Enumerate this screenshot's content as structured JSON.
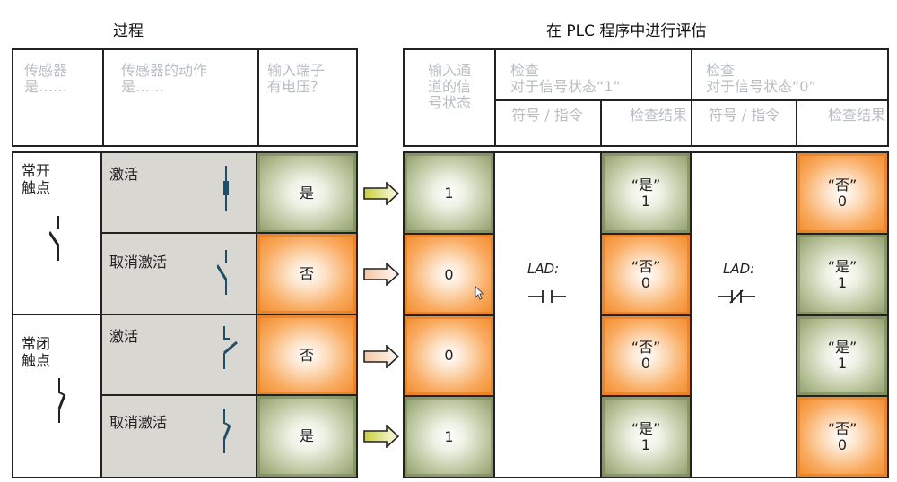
{
  "titles": {
    "process": "过程",
    "plc_eval": "在 PLC 程序中进行评估"
  },
  "left_header": {
    "sensor_is": "传感器\n是……",
    "sensor_action": "传感器的动作\n是……",
    "voltage": "输入端子\n有电压？"
  },
  "right_header": {
    "input_state": "输入通\n道的信\n号状态",
    "check1_title": "检查\n对于信号状态“1”",
    "check0_title": "检查\n对于信号状态“0”",
    "symbol_instr": "符号 / 指令",
    "check_result": "检查结果"
  },
  "sensors": [
    {
      "type": "常开\n触点",
      "icon": "normally-open-contact-icon"
    },
    {
      "type": "常闭\n触点",
      "icon": "normally-closed-contact-icon"
    }
  ],
  "rows": [
    {
      "action": "激活",
      "action_icon": "contact-closed-icon",
      "voltage": "是",
      "voltage_color": "green",
      "arrow_color": "green",
      "signal": "1",
      "signal_color": "green",
      "result1": "“是”\n1",
      "result1_color": "green",
      "result0": "“否”\n0",
      "result0_color": "orange"
    },
    {
      "action": "取消激活",
      "action_icon": "contact-open-icon",
      "voltage": "否",
      "voltage_color": "orange",
      "arrow_color": "orange",
      "signal": "0",
      "signal_color": "orange",
      "result1": "“否”\n0",
      "result1_color": "orange",
      "result0": "“是”\n1",
      "result0_color": "green"
    },
    {
      "action": "激活",
      "action_icon": "nc-contact-open-icon",
      "voltage": "否",
      "voltage_color": "orange",
      "arrow_color": "orange",
      "signal": "0",
      "signal_color": "orange",
      "result1": "“否”\n0",
      "result1_color": "orange",
      "result0": "“是”\n1",
      "result0_color": "green"
    },
    {
      "action": "取消激活",
      "action_icon": "nc-contact-closed-icon",
      "voltage": "是",
      "voltage_color": "green",
      "arrow_color": "green",
      "signal": "1",
      "signal_color": "green",
      "result1": "“是”\n1",
      "result1_color": "green",
      "result0": "“否”\n0",
      "result0_color": "orange"
    }
  ],
  "lad": {
    "label1": "LAD:",
    "symbol1": "normally-open-lad-icon",
    "label0": "LAD:",
    "symbol0": "normally-closed-lad-icon"
  },
  "colors": {
    "green": "#8d9a6a",
    "orange": "#f08a2a",
    "gray_cell": "#d8d7d2",
    "header_text": "#b9bdc2",
    "contact_blue": "#1f4f66"
  }
}
